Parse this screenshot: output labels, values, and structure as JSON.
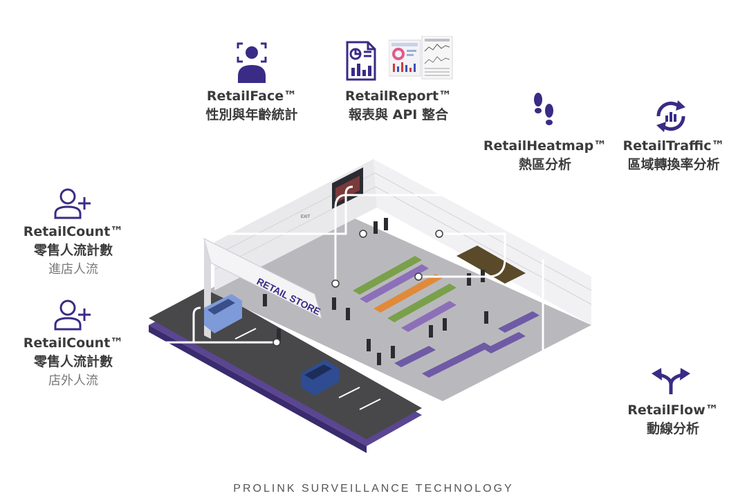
{
  "features": {
    "retail_face": {
      "title": "RetailFace™",
      "sub": "性別與年齡統計"
    },
    "retail_report": {
      "title": "RetailReport™",
      "sub": "報表與 API 整合"
    },
    "retail_heatmap": {
      "title": "RetailHeatmap™",
      "sub": "熱區分析"
    },
    "retail_traffic": {
      "title": "RetailTraffic™",
      "sub": "區域轉換率分析"
    },
    "retail_count_in": {
      "title": "RetailCount™",
      "sub": "零售人流計數",
      "detail": "進店人流"
    },
    "retail_count_out": {
      "title": "RetailCount™",
      "sub": "零售人流計數",
      "detail": "店外人流"
    },
    "retail_flow": {
      "title": "RetailFlow™",
      "sub": "動線分析"
    }
  },
  "store_sign": "RETAIL STORE",
  "exit_sign": "EXIT",
  "footer": "PROLINK SURVEILLANCE TECHNOLOGY",
  "colors": {
    "brand_purple": "#3a2b86",
    "floor_gray": "#b9b9bd",
    "road": "#4b4b4d",
    "accent_purple": "#6f5aa6"
  }
}
